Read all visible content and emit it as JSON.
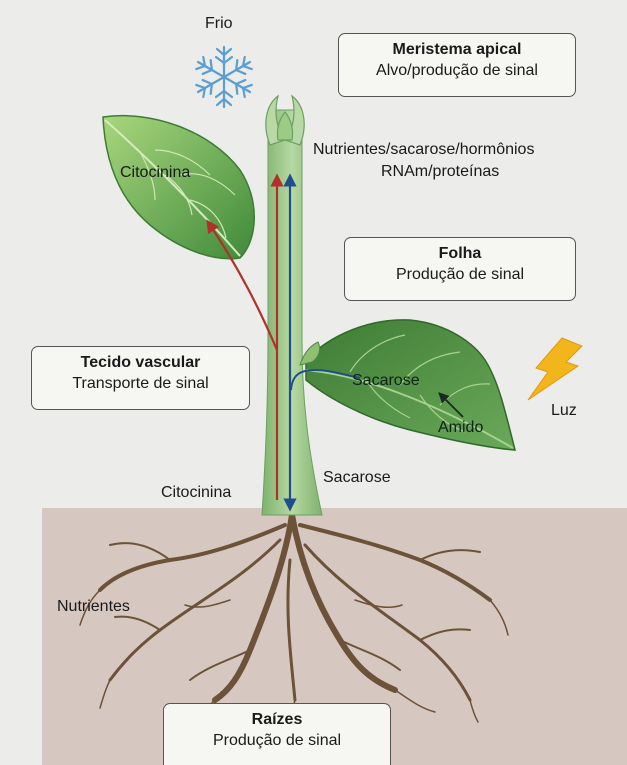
{
  "labels": {
    "frio": "Frio",
    "citocinina_leaf": "Citocinina",
    "nutrients_transport": "Nutrientes/sacarose/hormônios",
    "rna_proteins": "RNAm/proteínas",
    "sacarose_leaf": "Sacarose",
    "amido": "Amido",
    "luz": "Luz",
    "citocinina_stem": "Citocinina",
    "sacarose_stem": "Sacarose",
    "nutrientes_roots": "Nutrientes"
  },
  "boxes": {
    "meristem": {
      "title": "Meristema apical",
      "subtitle": "Alvo/produção de sinal"
    },
    "leaf": {
      "title": "Folha",
      "subtitle": "Produção de sinal"
    },
    "vascular": {
      "title": "Tecido vascular",
      "subtitle": "Transporte de sinal"
    },
    "roots": {
      "title": "Raízes",
      "subtitle": "Produção de sinal"
    }
  },
  "colors": {
    "background": "#ececea",
    "soil": "#d6c8c0",
    "stem": "#8fbf83",
    "leaf": "#5ea04f",
    "xylem_arrow": "#b0302a",
    "phloem_arrow": "#1f4f8a",
    "snowflake": "#5a9fd0",
    "lightning": "#f2b51c",
    "roots": "#6b5238"
  },
  "icons": [
    "snowflake-icon",
    "lightning-icon"
  ]
}
